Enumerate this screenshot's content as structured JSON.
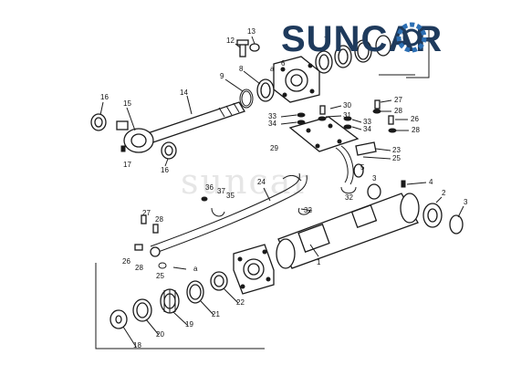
{
  "brand": {
    "name": "SUNCAR",
    "color": "#1e3a5c",
    "accent": "#2c6fb4",
    "watermark": "suncar"
  },
  "parts": [
    {
      "id": "p1",
      "label": "1"
    },
    {
      "id": "p2",
      "label": "2"
    },
    {
      "id": "p3a",
      "label": "3"
    },
    {
      "id": "p3b",
      "label": "3"
    },
    {
      "id": "p4",
      "label": "4"
    },
    {
      "id": "p5",
      "label": "5"
    },
    {
      "id": "p6",
      "label": "6"
    },
    {
      "id": "p7",
      "label": "7"
    },
    {
      "id": "p8",
      "label": "8"
    },
    {
      "id": "p9",
      "label": "9"
    },
    {
      "id": "p12",
      "label": "12"
    },
    {
      "id": "p13",
      "label": "13"
    },
    {
      "id": "p14",
      "label": "14"
    },
    {
      "id": "p15",
      "label": "15"
    },
    {
      "id": "p16a",
      "label": "16"
    },
    {
      "id": "p16b",
      "label": "16"
    },
    {
      "id": "p17",
      "label": "17"
    },
    {
      "id": "p18",
      "label": "18"
    },
    {
      "id": "p19",
      "label": "19"
    },
    {
      "id": "p20",
      "label": "20"
    },
    {
      "id": "p21",
      "label": "21"
    },
    {
      "id": "p22",
      "label": "22"
    },
    {
      "id": "p23",
      "label": "23"
    },
    {
      "id": "p24",
      "label": "24"
    },
    {
      "id": "p25a",
      "label": "25"
    },
    {
      "id": "p25b",
      "label": "25"
    },
    {
      "id": "p26a",
      "label": "26"
    },
    {
      "id": "p26b",
      "label": "26"
    },
    {
      "id": "p27a",
      "label": "27"
    },
    {
      "id": "p27b",
      "label": "27"
    },
    {
      "id": "p28a",
      "label": "28"
    },
    {
      "id": "p28b",
      "label": "28"
    },
    {
      "id": "p28c",
      "label": "28"
    },
    {
      "id": "p28d",
      "label": "28"
    },
    {
      "id": "p29",
      "label": "29"
    },
    {
      "id": "p30",
      "label": "30"
    },
    {
      "id": "p31",
      "label": "31"
    },
    {
      "id": "p32a",
      "label": "32"
    },
    {
      "id": "p32b",
      "label": "32"
    },
    {
      "id": "p33a",
      "label": "33"
    },
    {
      "id": "p33b",
      "label": "33"
    },
    {
      "id": "p34a",
      "label": "34"
    },
    {
      "id": "p34b",
      "label": "34"
    },
    {
      "id": "p35",
      "label": "35"
    },
    {
      "id": "p36",
      "label": "36"
    },
    {
      "id": "p37",
      "label": "37"
    },
    {
      "id": "pa1",
      "label": "a"
    },
    {
      "id": "pa2",
      "label": "a"
    }
  ]
}
